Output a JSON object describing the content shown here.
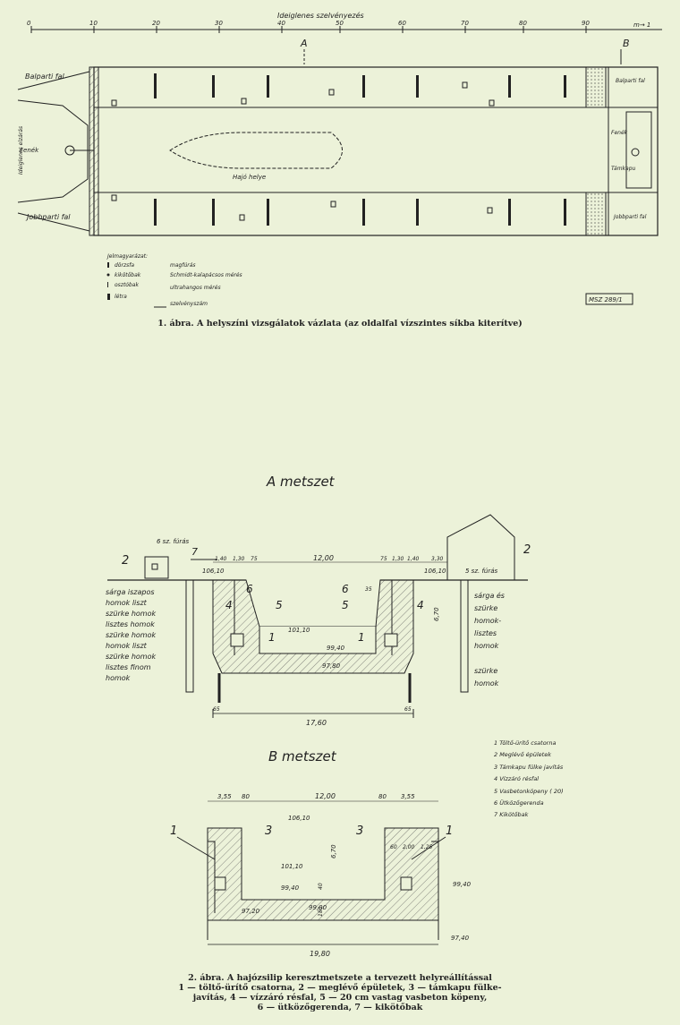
{
  "fig1": {
    "scale_title": "Ideiglenes szelvényezés",
    "scale_ticks": [
      "0",
      "10",
      "20",
      "30",
      "40",
      "50",
      "60",
      "70",
      "80",
      "90",
      "m→ 1"
    ],
    "section_a": "A",
    "section_b": "B",
    "left_wall": "Balparti fal",
    "right_wall": "Jobbparti fal",
    "floor": "Fenék",
    "left_side_label": "Ideiglenes elzárás",
    "center_label": "Hajó helye",
    "right_top": "Balparti fal",
    "right_mid": "Fenék",
    "right_mid2": "Támkapu",
    "right_bottom": "Jobbparti fal",
    "legend_title": "Jelmagyarázat:",
    "legend_items": [
      "dörzsfa",
      "kikötőbak",
      "osztóbak",
      "létra"
    ],
    "legend_items2": [
      "magfúrás",
      "Schmidt-kalapácsos mérés",
      "ultrahangos mérés",
      "szelvényszám"
    ],
    "stamp": "MSZ 289/1",
    "caption": "1. ábra. A helyszíni vizsgálatok vázlata (az oldalfal vízszintes síkba kiterítve)"
  },
  "figA": {
    "title": "A metszet",
    "boring6": "6 sz. fúrás",
    "boring5": "5 sz. fúrás",
    "dims_top": [
      "1,40",
      "1,30",
      "75",
      "12,00",
      "75",
      "1,30",
      "1,40",
      "3,30"
    ],
    "lev_top_l": "106,10",
    "lev_top_r": "106,10",
    "lev_mid": "101,10",
    "lev_floor": "99,40",
    "lev_bottom": "97,80",
    "width_total": "17,60",
    "depth": "6,70",
    "side_dim": "65",
    "dim_35": "35",
    "num_labels": [
      "2",
      "7",
      "4",
      "6",
      "5",
      "1",
      "1",
      "6",
      "5",
      "4",
      "2"
    ],
    "soil_left": [
      "sárga iszapos",
      "homok liszt",
      "szürke homok",
      "lisztes homok",
      "szürke homok",
      "homok liszt",
      "szürke homok",
      "lisztes finom",
      "homok"
    ],
    "soil_right": [
      "sárga és",
      "szürke",
      "homok-",
      "lisztes",
      "homok",
      "szürke",
      "homok"
    ]
  },
  "figB": {
    "title": "B metszet",
    "dims_top": [
      "3,55",
      "80",
      "12,00",
      "80",
      "3,55"
    ],
    "lev_top": "106,10",
    "lev_mid": "101,10",
    "lev_floor": "99,40",
    "lev_inner": "99,00",
    "lev_bottom": "97,20",
    "lev_right": "99,40",
    "lev_right2": "97,40",
    "depth": "6,70",
    "dim_40": "40",
    "dim_180": "180",
    "dim_60": "60",
    "dim_200": "2,00",
    "dim_125": "1,25",
    "width_total": "19,80",
    "num_labels": [
      "1",
      "3",
      "3",
      "1"
    ],
    "legend": [
      "1 Töltő-ürítő csatorna",
      "2 Meglévő épületek",
      "3 Támkapu fülke javítás",
      "4 Vízzáró résfal",
      "5 Vasbetonköpeny ( 20)",
      "6 Ütközőgerenda",
      "7 Kikötőbak"
    ]
  },
  "caption2": {
    "line1": "2. ábra. A hajózsilip keresztmetszete a tervezett helyreállítással",
    "line2": "1 — töltő-ürítő csatorna, 2 — meglévő épületek, 3 — támkapu fülke-",
    "line3": "javítás, 4 — vízzáró résfal, 5 — 20 cm vastag vasbeton köpeny,",
    "line4": "6 — ütközőgerenda, 7 — kikötőbak"
  }
}
